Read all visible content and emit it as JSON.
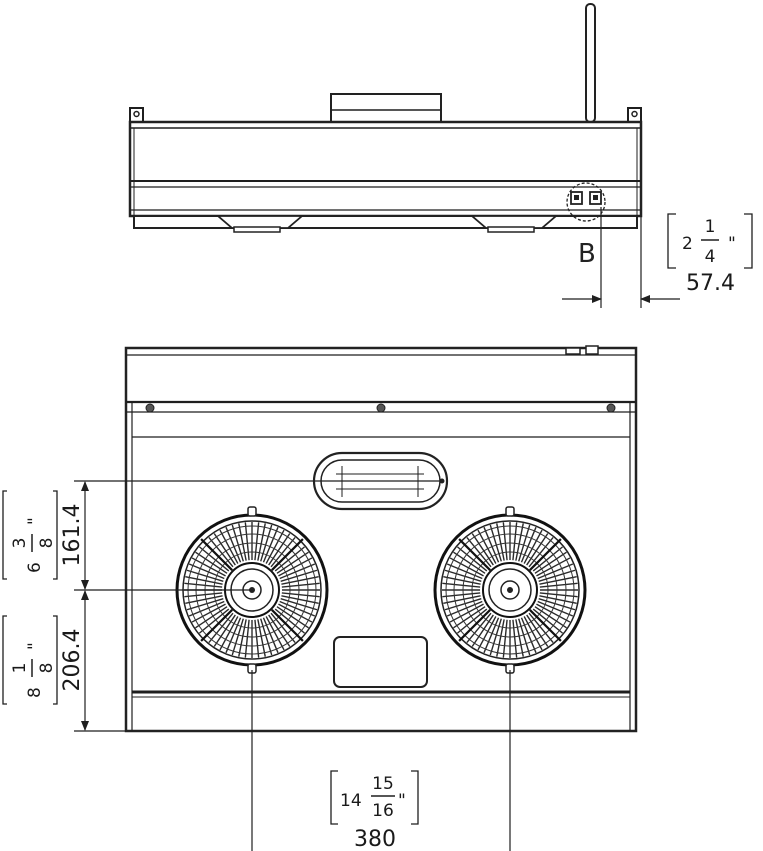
{
  "callout_label": "B",
  "dim_depth": {
    "whole": "2",
    "num": "1",
    "den": "4",
    "inch_mark": "\"",
    "mm": "57.4"
  },
  "dim_upper": {
    "whole": "6",
    "num": "3",
    "den": "8",
    "inch_mark": "\"",
    "mm": "161.4"
  },
  "dim_lower": {
    "whole": "8",
    "num": "1",
    "den": "8",
    "inch_mark": "\"",
    "mm": "206.4"
  },
  "dim_spacing": {
    "whole": "14",
    "num": "15",
    "den": "16",
    "inch_mark": "\"",
    "mm": "380"
  }
}
